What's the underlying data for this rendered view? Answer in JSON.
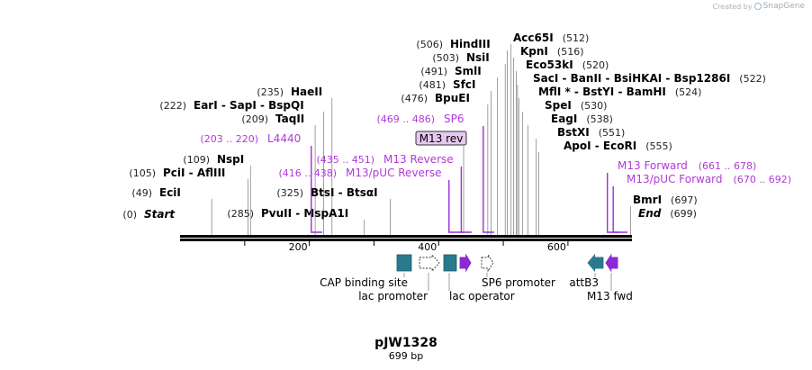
{
  "credit": {
    "prefix": "Created by",
    "brand": "SnapGene"
  },
  "plasmid": {
    "name": "pJW1328",
    "length_label": "699 bp"
  },
  "scale": {
    "max": 699
  },
  "colors": {
    "primer": "#9b2fd6",
    "primer_label": "#b03ad8",
    "feature_teal": "#2a7a8c",
    "feature_purple": "#8a2ad0",
    "enzyme": "#000000",
    "pos": "#222222",
    "line": "#888888"
  },
  "ruler": {
    "ticks": [
      100,
      200,
      300,
      400,
      500,
      600
    ],
    "labels": [
      "200",
      "400",
      "600"
    ]
  },
  "sites": [
    {
      "parts": [
        "Start"
      ],
      "pos": "(0)",
      "pos_side": "left",
      "italic": true,
      "bp": 0
    },
    {
      "parts": [
        "EciI"
      ],
      "pos": "(49)",
      "pos_side": "left",
      "bp": 49
    },
    {
      "parts": [
        "PciI",
        "AflIII"
      ],
      "pos": "(105)",
      "pos_side": "left",
      "bp": 105
    },
    {
      "parts": [
        "NspI"
      ],
      "pos": "(109)",
      "pos_side": "left",
      "bp": 109
    },
    {
      "parts": [
        "EarI",
        "SapI",
        "BspQI"
      ],
      "pos": "(222)",
      "pos_side": "left",
      "bp": 222
    },
    {
      "parts": [
        "TaqII"
      ],
      "pos": "(209)",
      "pos_side": "left",
      "bp": 209
    },
    {
      "parts": [
        "HaeII"
      ],
      "pos": "(235)",
      "pos_side": "left",
      "bp": 235
    },
    {
      "parts": [
        "PvuII",
        "MspA1I"
      ],
      "pos": "(285)",
      "pos_side": "left",
      "bp": 285
    },
    {
      "parts": [
        "BtsI",
        "BtsαI"
      ],
      "pos": "(325)",
      "pos_side": "left",
      "bp": 325
    },
    {
      "parts": [
        "BpuEI"
      ],
      "pos": "(476)",
      "pos_side": "left",
      "bp": 476
    },
    {
      "parts": [
        "SfcI"
      ],
      "pos": "(481)",
      "pos_side": "left",
      "bp": 481
    },
    {
      "parts": [
        "SmlI"
      ],
      "pos": "(491)",
      "pos_side": "left",
      "bp": 491
    },
    {
      "parts": [
        "NsiI"
      ],
      "pos": "(503)",
      "pos_side": "left",
      "bp": 503
    },
    {
      "parts": [
        "HindIII"
      ],
      "pos": "(506)",
      "pos_side": "left",
      "bp": 506
    },
    {
      "parts": [
        "Acc65I"
      ],
      "pos": "(512)",
      "pos_side": "right",
      "bp": 512
    },
    {
      "parts": [
        "KpnI"
      ],
      "pos": "(516)",
      "pos_side": "right",
      "bp": 516
    },
    {
      "parts": [
        "Eco53kI"
      ],
      "pos": "(520)",
      "pos_side": "right",
      "bp": 520
    },
    {
      "parts": [
        "SacI",
        "BanII",
        "BsiHKAI",
        "Bsp1286I"
      ],
      "pos": "(522)",
      "pos_side": "right",
      "bp": 522
    },
    {
      "parts": [
        "MflI *",
        "BstYI",
        "BamHI"
      ],
      "pos": "(524)",
      "pos_side": "right",
      "bp": 524
    },
    {
      "parts": [
        "SpeI"
      ],
      "pos": "(530)",
      "pos_side": "right",
      "bp": 530
    },
    {
      "parts": [
        "EagI"
      ],
      "pos": "(538)",
      "pos_side": "right",
      "bp": 538
    },
    {
      "parts": [
        "BstXI"
      ],
      "pos": "(551)",
      "pos_side": "right",
      "bp": 551
    },
    {
      "parts": [
        "ApoI",
        "EcoRI"
      ],
      "pos": "(555)",
      "pos_side": "right",
      "bp": 555
    },
    {
      "parts": [
        "BmrI"
      ],
      "pos": "(697)",
      "pos_side": "right",
      "bp": 697
    },
    {
      "parts": [
        "End"
      ],
      "pos": "(699)",
      "pos_side": "right",
      "italic": true,
      "bp": 699
    }
  ],
  "primers": [
    {
      "name": "L4440",
      "range": "(203 .. 220)",
      "range_side": "left",
      "start": 203,
      "end": 220
    },
    {
      "name": "SP6",
      "range": "(469 .. 486)",
      "range_side": "left",
      "start": 469,
      "end": 486
    },
    {
      "name": "M13 Reverse",
      "range": "(435 .. 451)",
      "range_side": "left",
      "start": 435,
      "end": 451
    },
    {
      "name": "M13/pUC Reverse",
      "range": "(416 .. 438)",
      "range_side": "left",
      "start": 416,
      "end": 438
    },
    {
      "name": "M13 Forward",
      "range": "(661 .. 678)",
      "range_side": "right",
      "start": 661,
      "end": 678
    },
    {
      "name": "M13/pUC Forward",
      "range": "(670 .. 692)",
      "range_side": "right",
      "start": 670,
      "end": 692
    }
  ],
  "boxed_label": {
    "text": "M13 rev"
  },
  "features": [
    {
      "name": "CAP binding site",
      "shape": "box",
      "color": "teal"
    },
    {
      "name": "lac promoter",
      "shape": "arrow-right",
      "color": "white"
    },
    {
      "name": "lac operator",
      "shape": "box",
      "color": "teal"
    },
    {
      "name": "",
      "shape": "arrow-right",
      "color": "purple"
    },
    {
      "name": "SP6 promoter",
      "shape": "arrow-right",
      "color": "white"
    },
    {
      "name": "attB3",
      "shape": "arrow-left",
      "color": "teal"
    },
    {
      "name": "M13 fwd",
      "shape": "arrow-left",
      "color": "purple"
    }
  ]
}
